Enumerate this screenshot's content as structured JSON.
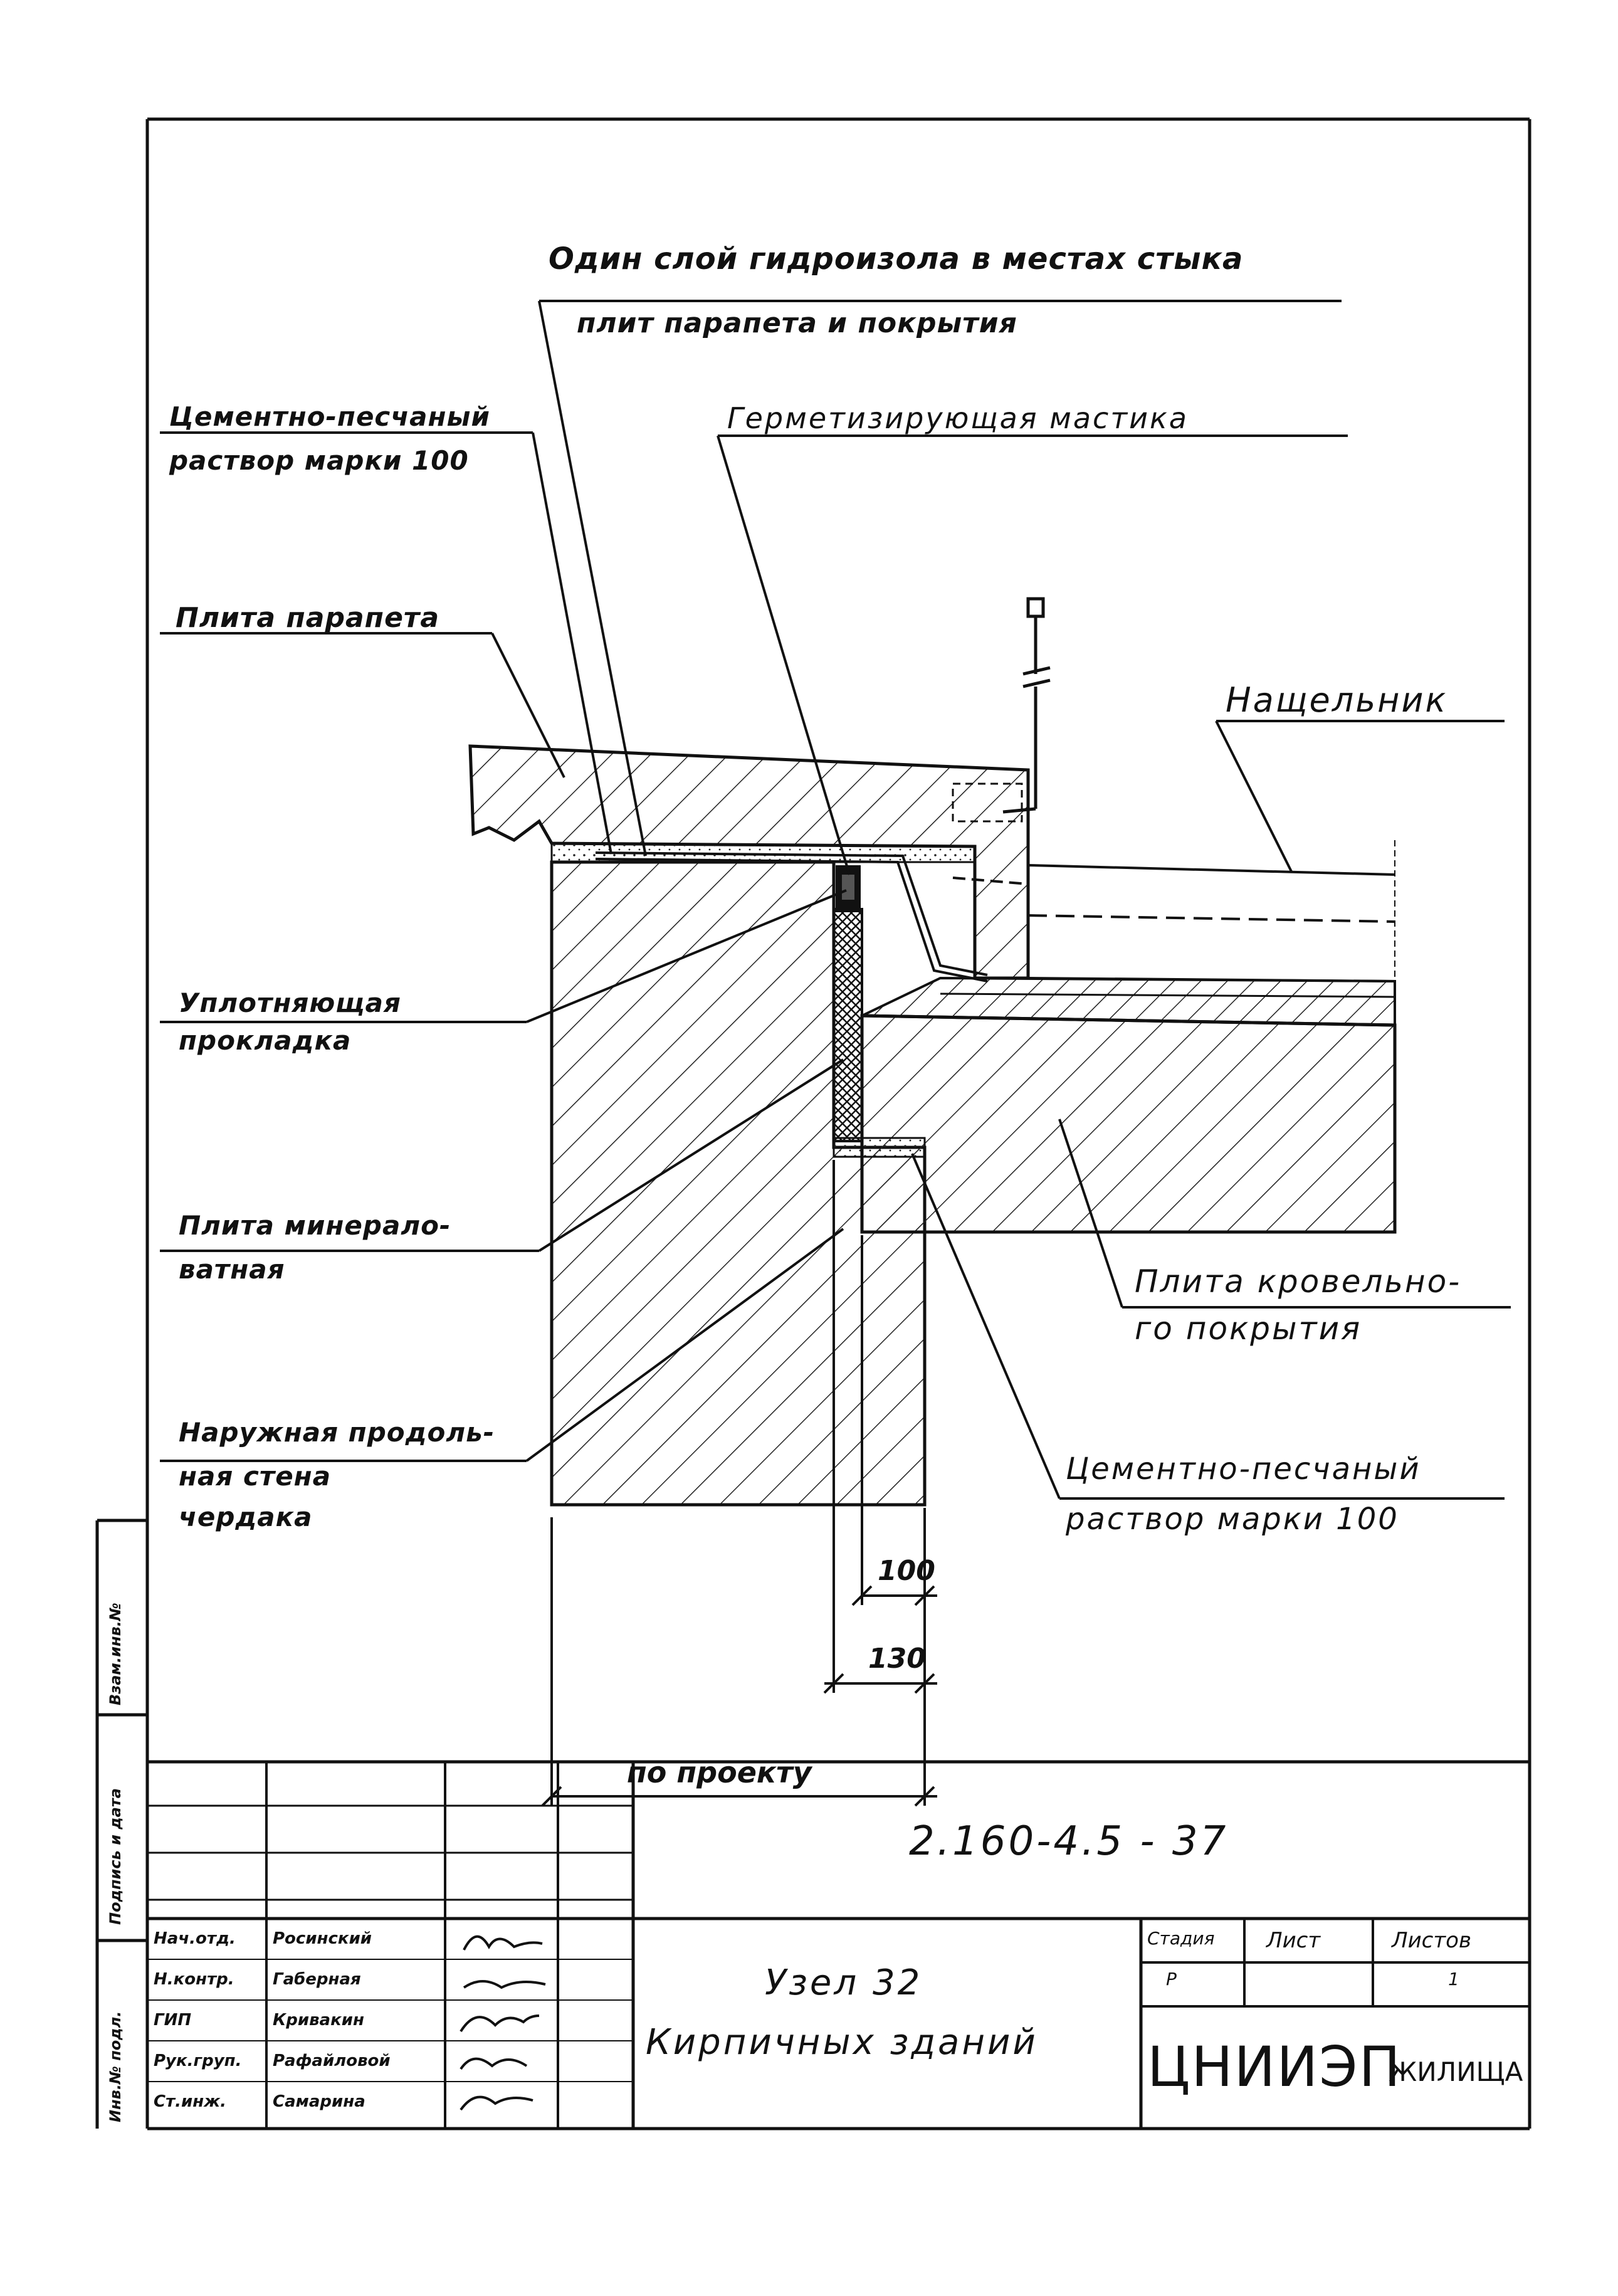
{
  "labels": {
    "hydro_line1": "Один слой гидроизола в местах стыка",
    "hydro_line2": "плит парапета и покрытия",
    "mortar_top_line1": "Цементно-песчаный",
    "mortar_top_line2": "раствор марки 100",
    "mastic": "Герметизирующая мастика",
    "parapet_slab": "Плита парапета",
    "flashing": "Нащельник",
    "seal_line1": "Уплотняющая",
    "seal_line2": "прокладка",
    "mineral_line1": "Плита минерало-",
    "mineral_line2": "ватная",
    "roof_slab_line1": "Плита кровельно-",
    "roof_slab_line2": "го покрытия",
    "wall_line1": "Наружная продоль-",
    "wall_line2": "ная стена",
    "wall_line3": "чердака",
    "mortar_bot_line1": "Цементно-песчаный",
    "mortar_bot_line2": "раствор марки 100"
  },
  "dimensions": {
    "d100": "100",
    "d130": "130",
    "by_project": "по проекту"
  },
  "title_block": {
    "code": "2.160-4.5 - 37",
    "title_line1": "Узел 32",
    "title_line2": "Кирпичных зданий",
    "stage_header": "Стадия",
    "sheet_header": "Лист",
    "sheets_header": "Листов",
    "stage_value": "Р",
    "sheets_value": "1",
    "org_main": "ЦНИИЭП",
    "org_sub": "ЖИЛИЩА",
    "staff": [
      {
        "role": "Нач.отд.",
        "name": "Росинский"
      },
      {
        "role": "Н.контр.",
        "name": "Габерная"
      },
      {
        "role": "ГИП",
        "name": "Кривакин"
      },
      {
        "role": "Рук.груп.",
        "name": "Рафайловой"
      },
      {
        "role": "Ст.инж.",
        "name": "Самарина"
      }
    ]
  },
  "side_stamp": {
    "inv_no": "Инв.№ подл.",
    "sign_date": "Подпись и дата",
    "replace_inv": "Взам.инв.№"
  }
}
